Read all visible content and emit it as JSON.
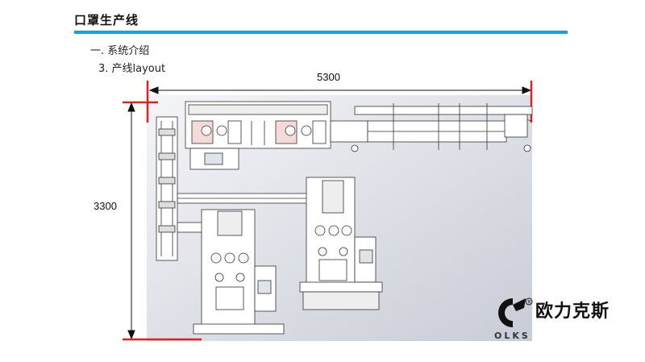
{
  "header": {
    "title": "口罩生产线",
    "accent_color": "#1aa0e0"
  },
  "section": {
    "level1": "一. 系统介绍",
    "level2": "3. 产线layout"
  },
  "dimensions": {
    "width": "5300",
    "height": "3300",
    "dimension_color": "#e02020"
  },
  "logo": {
    "chinese_name": "欧力克斯",
    "english_name": "OLKS",
    "icon": "olks-logo-icon",
    "registered_mark": "R"
  }
}
